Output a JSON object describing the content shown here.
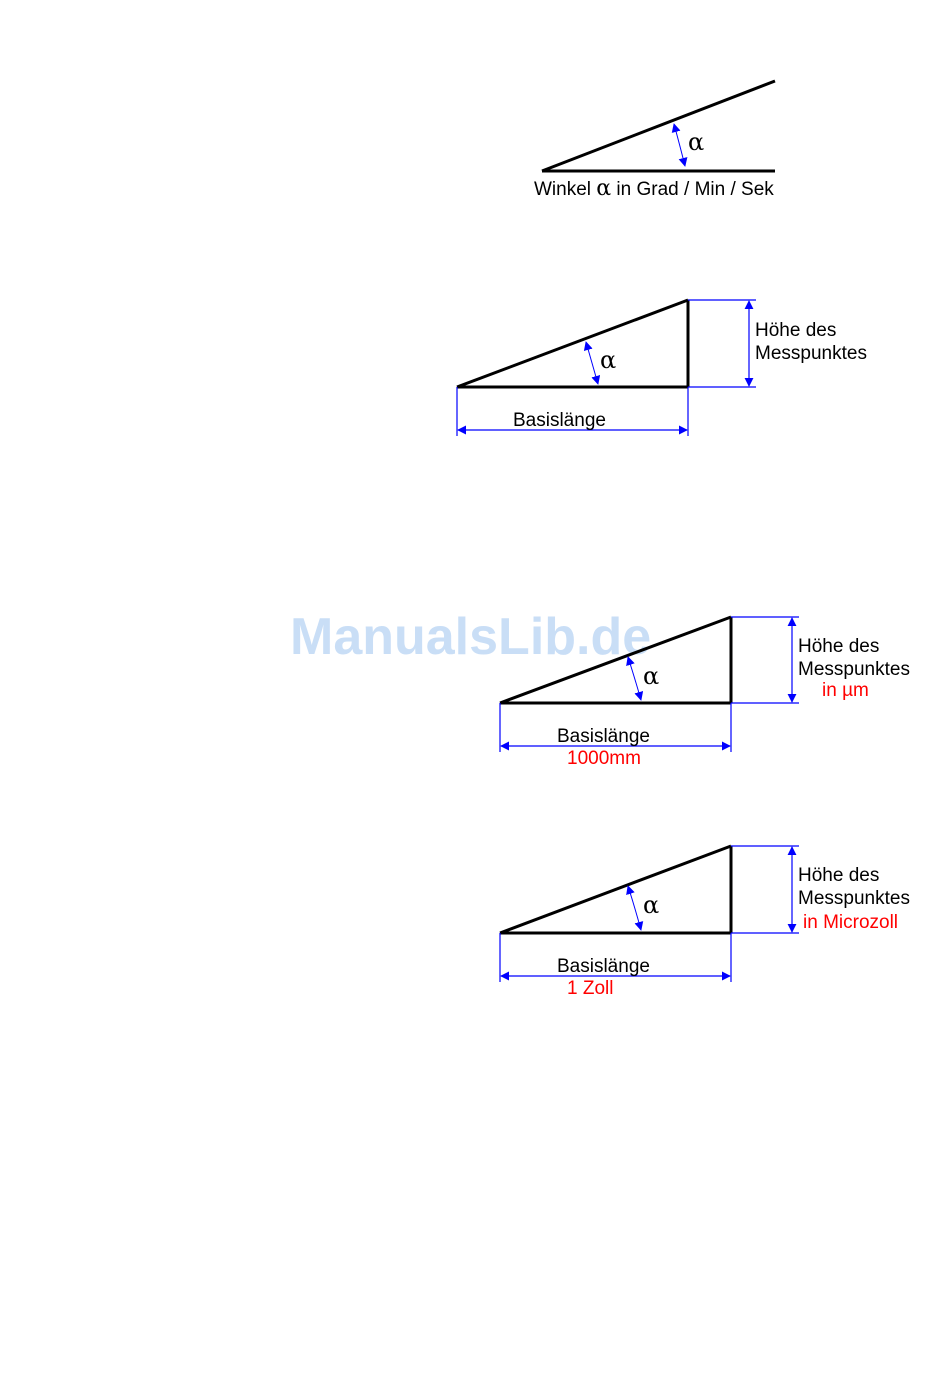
{
  "watermark": "ManualsLib.de",
  "colors": {
    "line": "#000000",
    "dimension": "#0000ff",
    "unit_highlight": "#ff0000",
    "watermark": "#b8d4f4"
  },
  "figure1": {
    "alpha": "α",
    "caption_before": "Winkel ",
    "caption_alpha": "α",
    "caption_after": " in Grad / Min / Sek"
  },
  "figure2": {
    "alpha": "α",
    "height_label_1": "Höhe des",
    "height_label_2": "Messpunktes",
    "base_label": "Basislänge"
  },
  "figure3": {
    "alpha": "α",
    "height_label_1": "Höhe des",
    "height_label_2": "Messpunktes",
    "height_unit": "in µm",
    "base_label": "Basislänge",
    "base_value": "1000mm"
  },
  "figure4": {
    "alpha": "α",
    "height_label_1": "Höhe des",
    "height_label_2": "Messpunktes",
    "height_unit": "in Microzoll",
    "base_label": "Basislänge",
    "base_value": "1 Zoll"
  }
}
